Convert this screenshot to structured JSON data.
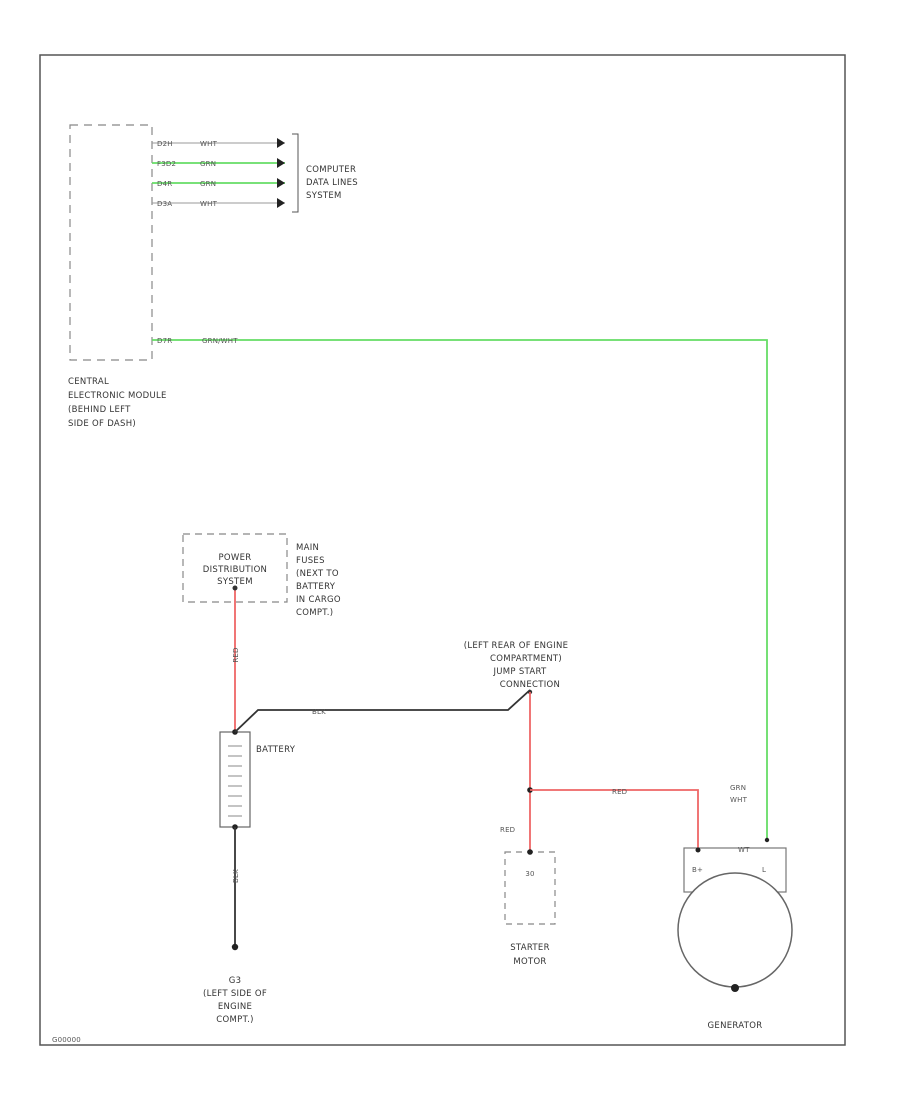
{
  "colors": {
    "green": "#66dd66",
    "red": "#ee6666",
    "black": "#333333",
    "border": "#555555"
  },
  "cem": {
    "label_lines": [
      "CENTRAL",
      "ELECTRONIC MODULE",
      "(BEHIND LEFT",
      "SIDE OF DASH)"
    ],
    "pins": [
      {
        "pin": "D2H",
        "wire": "WHT",
        "color": "black"
      },
      {
        "pin": "F3D2",
        "wire": "GRN",
        "color": "green"
      },
      {
        "pin": "D4R",
        "wire": "GRN",
        "color": "green"
      },
      {
        "pin": "D3A",
        "wire": "WHT",
        "color": "black"
      }
    ],
    "gen_pin": {
      "pin": "D7R",
      "wire": "GRN/WHT"
    }
  },
  "data_links": {
    "label_lines": [
      "COMPUTER",
      "DATA LINES",
      "SYSTEM"
    ]
  },
  "power_dist": {
    "box_lines": [
      "POWER",
      "DISTRIBUTION",
      "SYSTEM"
    ],
    "note_lines": [
      "MAIN",
      "FUSES",
      "(NEXT TO",
      "BATTERY",
      "IN CARGO",
      "COMPT.)"
    ],
    "wire": "RED"
  },
  "battery": {
    "label": "BATTERY",
    "pos_wire": "BLK",
    "neg_wire": "BLK"
  },
  "ground": {
    "label_lines": [
      "G3",
      "(LEFT SIDE OF",
      "ENGINE",
      "COMPT.)"
    ]
  },
  "jump_start": {
    "label_lines": [
      "(LEFT REAR OF ENGINE",
      "COMPARTMENT)",
      "JUMP START",
      "CONNECTION"
    ]
  },
  "starter": {
    "label_lines": [
      "STARTER",
      "MOTOR"
    ],
    "pin": "30",
    "wire": "RED"
  },
  "generator": {
    "label": "GENERATOR",
    "pin_bplus": "B+",
    "pin_l": "L",
    "pin_top": "WT",
    "bplus_wire": "RED",
    "l_wire_lines": [
      "GRN",
      "WHT"
    ]
  },
  "figure_id": "G00000"
}
